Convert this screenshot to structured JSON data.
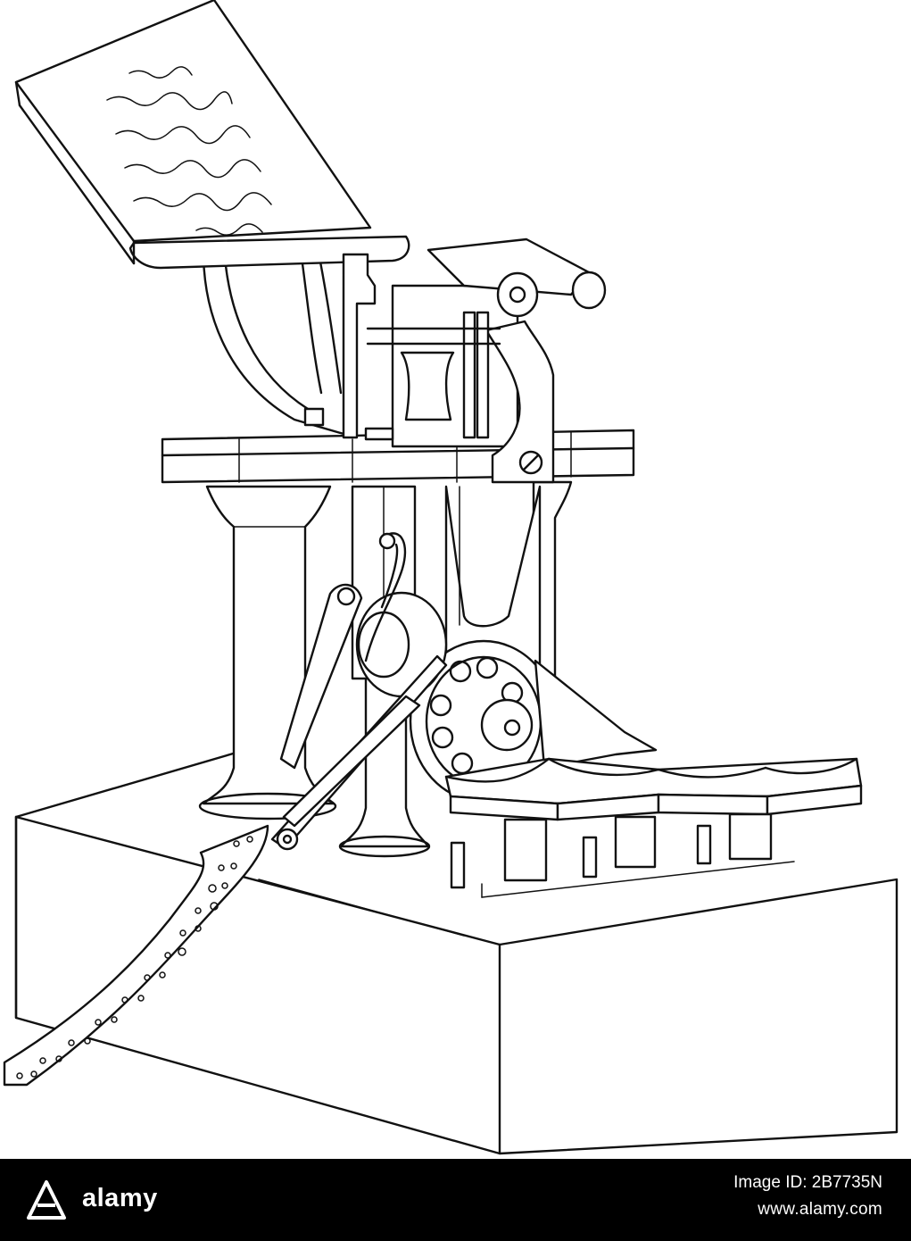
{
  "banner": {
    "logo_text": "alamy",
    "image_id_label": "Image ID: 2B7735N",
    "site_url": "www.alamy.com"
  },
  "colors": {
    "banner_bg": "#000000",
    "ink": "#111111",
    "paper": "#ffffff"
  },
  "icons": {
    "logo": "alamy-logo-icon"
  }
}
